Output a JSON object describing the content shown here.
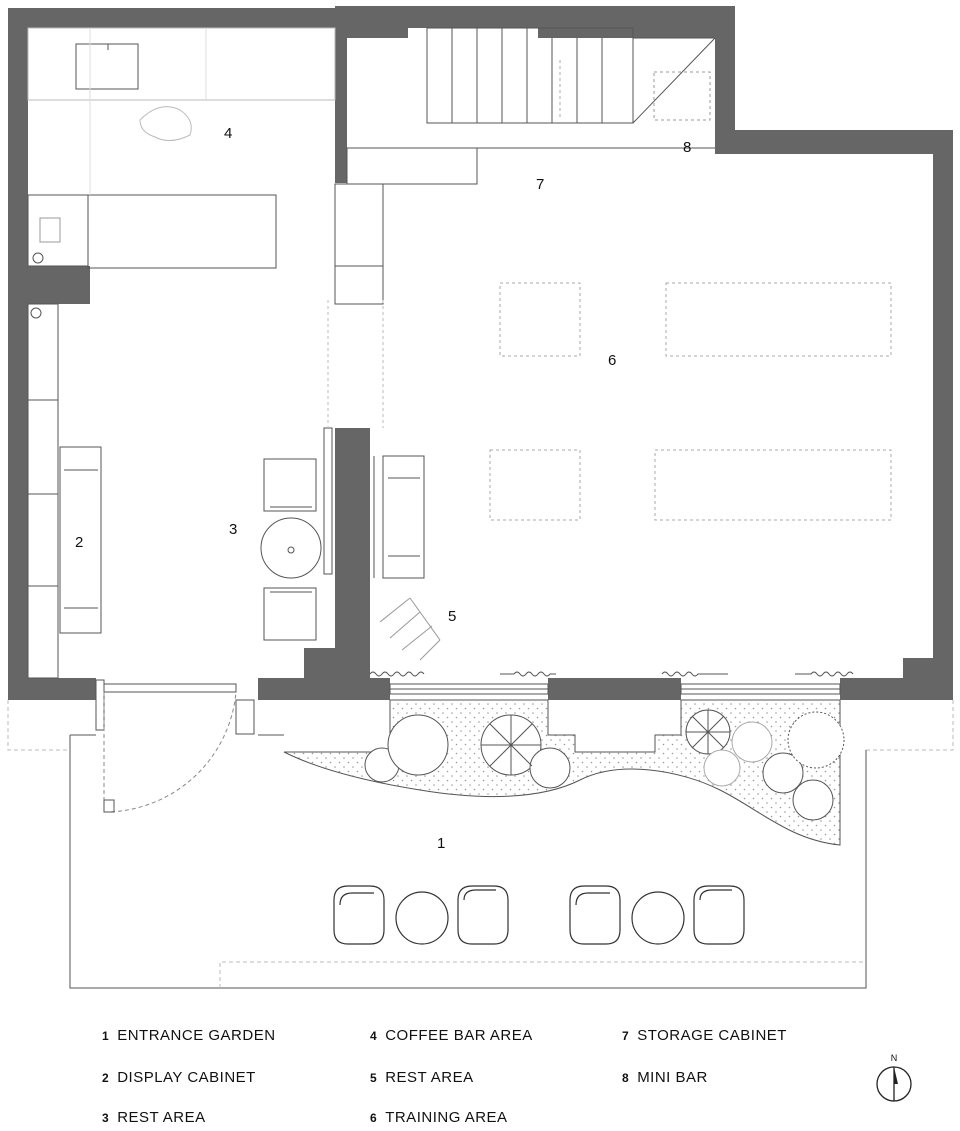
{
  "rooms": [
    {
      "num": "1"
    },
    {
      "num": "2"
    },
    {
      "num": "3"
    },
    {
      "num": "4"
    },
    {
      "num": "5"
    },
    {
      "num": "6"
    },
    {
      "num": "7"
    },
    {
      "num": "8"
    }
  ],
  "legend": [
    {
      "num": "1",
      "label": "ENTRANCE GARDEN"
    },
    {
      "num": "2",
      "label": "DISPLAY CABINET"
    },
    {
      "num": "3",
      "label": "REST AREA"
    },
    {
      "num": "4",
      "label": "COFFEE BAR AREA"
    },
    {
      "num": "5",
      "label": "REST AREA"
    },
    {
      "num": "6",
      "label": "TRAINING AREA"
    },
    {
      "num": "7",
      "label": "STORAGE CABINET"
    },
    {
      "num": "8",
      "label": "MINI BAR"
    }
  ],
  "north": {
    "label": "N"
  },
  "colors": {
    "wall": "#666666",
    "line": "#555555",
    "dash": "#b0b0b0",
    "garden_dots": "#9a9a9a"
  }
}
